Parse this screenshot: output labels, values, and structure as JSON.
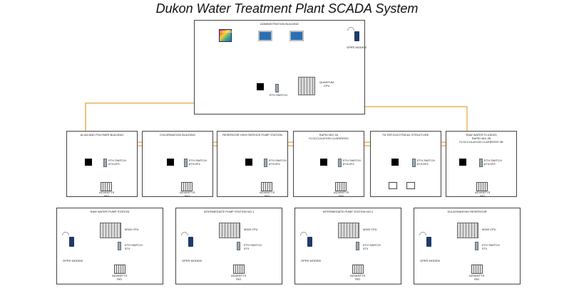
{
  "title": "Dukon Water Treatment Plant SCADA System",
  "colors": {
    "fiber": "#e8a33c",
    "ethernet": "#6fb7b0",
    "device_blue": "#1f3a6b"
  },
  "admin": {
    "label": "ADMINISTRATION BUILDING",
    "switch_label": "ETH SWITCH",
    "cpu_label": "QUANTUM\nCPU",
    "modem_label": "GPRS MODEM",
    "icon_text": "CitectSCADA"
  },
  "row1": [
    {
      "label": "ALUM AND POLYMER BUILDING",
      "switch": "ETH SWITCH\n8TX/2FX",
      "rio": "ADVANTYS\nRIO"
    },
    {
      "label": "CHLORINATION BUILDING",
      "switch": "ETH SWITCH\n8TX/2FX",
      "rio": "ADVANTYS\nRIO"
    },
    {
      "label": "RESERVOIR HIGH SERVICE PUMP STATION",
      "switch": "ETH SWITCH\n8TX/2FX",
      "rio": "ADVANTYS\nRIO"
    },
    {
      "label": "RAPID MIX 2A\nFLOCCULATION CLARIFIERS",
      "switch": "ETH SWITCH\n8TX/2FX",
      "rio": "ADVANTYS\nRIO"
    },
    {
      "label": "FILTER ELECTRICAL STRUCTURE",
      "switch": "ETH SWITCH\n8TX/2FX",
      "rio": ""
    },
    {
      "label": "RAW WATER FLUSH23\nRAPID MIX 2B\nFLOCCULATION CLARIFIERS 3B",
      "switch": "ETH SWITCH\n8TX/2FX",
      "rio": "ADVANTYS\nRIO"
    }
  ],
  "row2": [
    {
      "label": "RAW WATER PUMP STATION",
      "cpu": "M340 CPU",
      "switch": "ETH SWITCH\n5TX",
      "modem": "GPRS MODEM",
      "rio": "ADVANTYS\nRIO"
    },
    {
      "label": "INTERMEDIATE PUMP STATION NO.1",
      "cpu": "M340 CPU",
      "switch": "ETH SWITCH\n5TX",
      "modem": "GPRS MODEM",
      "rio": "ADVANTYS\nRIO"
    },
    {
      "label": "INTERMEDIATE PUMP STATION NO.2",
      "cpu": "M340 CPU",
      "switch": "ETH SWITCH\n5TX",
      "modem": "GPRS MODEM",
      "rio": "ADVANTYS\nRIO"
    },
    {
      "label": "SULAYMANIYAH RESERVOIR",
      "cpu": "M340 CPU",
      "switch": "ETH SWITCH\n5TX",
      "modem": "GPRS MODEM",
      "rio": "ADVANTYS\nRIO"
    }
  ]
}
